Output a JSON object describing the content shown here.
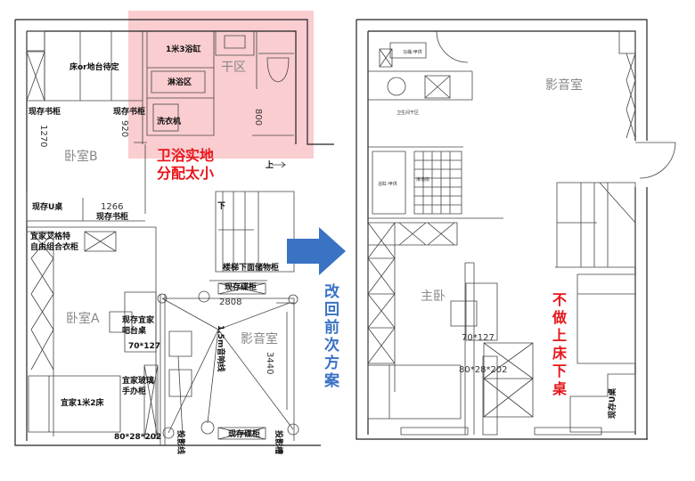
{
  "left_plan": {
    "rooms": {
      "bedroom_b": "卧室B",
      "bedroom_a": "卧室A",
      "media_room": "影音室",
      "dry_zone": "干区"
    },
    "labels": {
      "bed_or_platform": "床or地台待定",
      "bookcase_1": "现存书柜",
      "bookcase_2": "现存书柜",
      "bookcase_3": "现存书柜",
      "bathtub": "1米3浴缸",
      "shower": "淋浴区",
      "washer": "洗衣机",
      "u_desk": "现存U桌",
      "wardrobe_1": "宜家艾格特",
      "wardrobe_2": "自由组合衣柜",
      "bar_table_1": "现存宜家",
      "bar_table_2": "吧台桌",
      "bar_table_size": "70*127",
      "figure_cabinet_1": "宜家玻璃",
      "figure_cabinet_2": "手办柜",
      "bed": "宜家1米2床",
      "cabinet_size": "80*28*202",
      "stair_storage": "楼梯下面储物柜",
      "disc_cabinet_top": "现存碟柜",
      "disc_cabinet_bottom": "现存碟柜",
      "speaker_wire": "1.5m音响线",
      "projector_wire": "投影线",
      "projector_slot": "投影槽",
      "up": "上",
      "down": "下"
    },
    "dimensions": {
      "d1270": "1270",
      "d920": "920",
      "d800": "800",
      "d1266": "1266",
      "d2808": "2808",
      "d3440": "3440"
    },
    "annotation": {
      "line1": "卫浴实地",
      "line2": "分配太小"
    }
  },
  "arrow": {
    "text": [
      "改",
      "回",
      "前",
      "次",
      "方",
      "案"
    ]
  },
  "right_plan": {
    "rooms": {
      "media_room": "影音室",
      "master_bedroom": "主卧"
    },
    "labels": {
      "toilet": "马桶-甲供",
      "bath_dry_zone": "卫生间干区",
      "bathtub": "浴缸-甲供",
      "shower_room": "淋浴房",
      "table_size": "70*127",
      "cabinet_size": "80*28*202",
      "u_desk": "现存U桌"
    },
    "annotation": {
      "text": [
        "不",
        "做",
        "上",
        "床",
        "下",
        "桌"
      ]
    }
  },
  "colors": {
    "highlight": "#f9c4c8",
    "annotation_red": "#e8161b",
    "arrow_blue": "#3a72c4"
  }
}
